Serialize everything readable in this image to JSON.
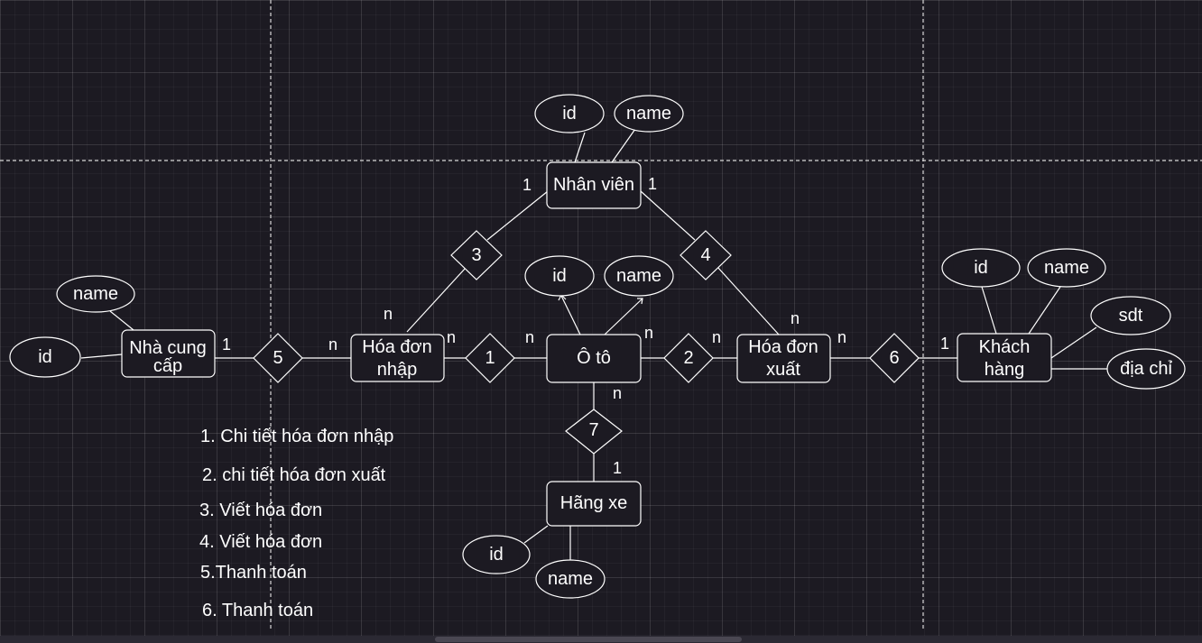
{
  "entities": {
    "nhan_vien": "Nhân viên",
    "nha_cung_cap": [
      "Nhà cung",
      "cấp"
    ],
    "hoa_don_nhap": [
      "Hóa đơn",
      "nhập"
    ],
    "o_to": "Ô tô",
    "hoa_don_xuat": [
      "Hóa đơn",
      "xuất"
    ],
    "khach_hang": [
      "Khách",
      "hàng"
    ],
    "hang_xe": "Hãng xe"
  },
  "attributes": {
    "nhan_vien_id": "id",
    "nhan_vien_name": "name",
    "nha_cung_cap_name": "name",
    "nha_cung_cap_id": "id",
    "o_to_id": "id",
    "o_to_name": "name",
    "khach_hang_id": "id",
    "khach_hang_name": "name",
    "khach_hang_sdt": "sdt",
    "khach_hang_dia_chi": "địa chỉ",
    "hang_xe_id": "id",
    "hang_xe_name": "name"
  },
  "relationships": {
    "r1": "1",
    "r2": "2",
    "r3": "3",
    "r4": "4",
    "r5": "5",
    "r6": "6",
    "r7": "7"
  },
  "cardinalities": {
    "nv_r3": "1",
    "nv_r4": "1",
    "hdn_r3": "n",
    "hdx_r4": "n",
    "ncc_r5": "1",
    "hdn_r5": "n",
    "hdn_r1": "n",
    "oto_r1": "n",
    "oto_r2": "n",
    "hdx_r2": "n",
    "hdx_r6": "n",
    "kh_r6": "1",
    "oto_r7": "n",
    "hx_r7": "1"
  },
  "legend": [
    "1. Chi tiết hóa đơn nhập",
    "2. chi tiết hóa đơn xuất",
    "3. Viết hóa đơn",
    "4. Viết hóa đơn",
    "5.Thanh toán",
    "6. Thanh toán"
  ]
}
